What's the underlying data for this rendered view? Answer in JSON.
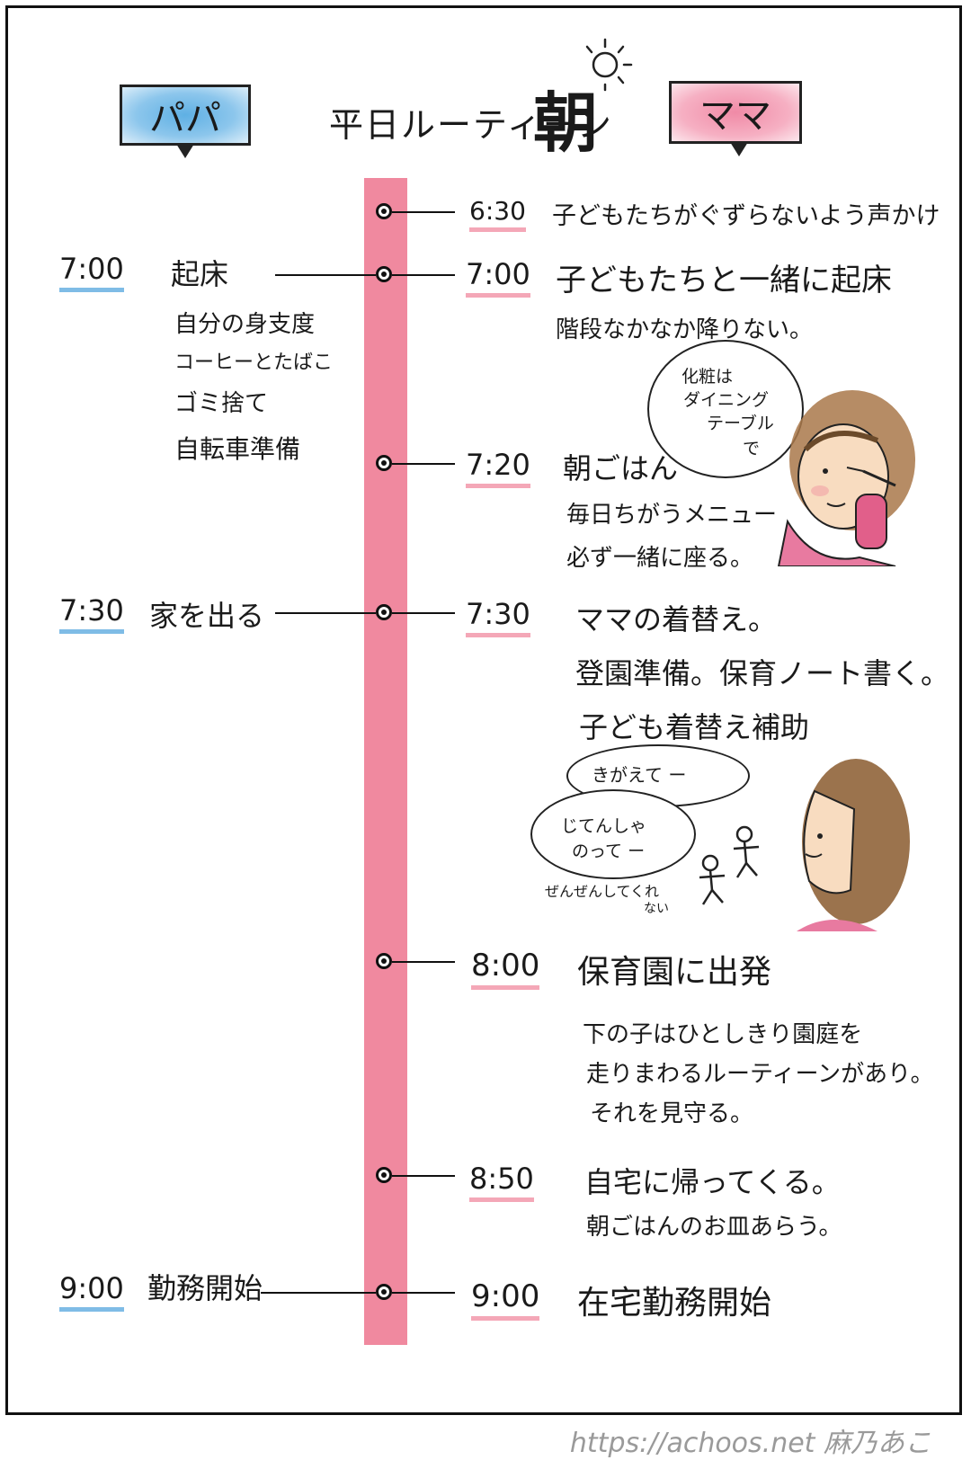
{
  "header": {
    "papa_label": "パパ",
    "title": "平日ルーティーン",
    "title_emphasis": "朝",
    "mama_label": "ママ"
  },
  "papa": [
    {
      "time": "7:00",
      "event": "起床",
      "notes": [
        "自分の身支度",
        "コーヒーとたばこ",
        "ゴミ捨て",
        "自転車準備"
      ]
    },
    {
      "time": "7:30",
      "event": "家を出る",
      "notes": []
    },
    {
      "time": "9:00",
      "event": "勤務開始",
      "notes": []
    }
  ],
  "mama": [
    {
      "time": "6:30",
      "event": "子どもたちがぐずらないよう声かけ",
      "notes": []
    },
    {
      "time": "7:00",
      "event": "子どもたちと一緒に起床",
      "notes": [
        "階段なかなか降りない。"
      ]
    },
    {
      "time": "7:20",
      "event": "朝ごはん",
      "notes": [
        "毎日ちがうメニュー",
        "必ず一緒に座る。"
      ]
    },
    {
      "time": "7:30",
      "event": "ママの着替え。",
      "notes": [
        "登園準備。保育ノート書く。",
        "子ども着替え補助"
      ]
    },
    {
      "time": "8:00",
      "event": "保育園に出発",
      "notes": [
        "下の子はひとしきり園庭を",
        "走りまわるルーティーンがあり。",
        "それを見守る。"
      ]
    },
    {
      "time": "8:50",
      "event": "自宅に帰ってくる。",
      "notes": [
        "朝ごはんのお皿あらう。"
      ]
    },
    {
      "time": "9:00",
      "event": "在宅勤務開始",
      "notes": []
    }
  ],
  "speech": {
    "breakfast": [
      "化粧は",
      "ダイニング",
      "テーブル",
      "で"
    ],
    "change_clothes": "きがえて ー",
    "bike": [
      "じてんしゃ",
      "のって ー"
    ],
    "ignored": [
      "ぜんぜんしてくれ",
      "ない"
    ]
  },
  "footer": {
    "url": "https://achoos.net",
    "author": "麻乃あこ"
  }
}
